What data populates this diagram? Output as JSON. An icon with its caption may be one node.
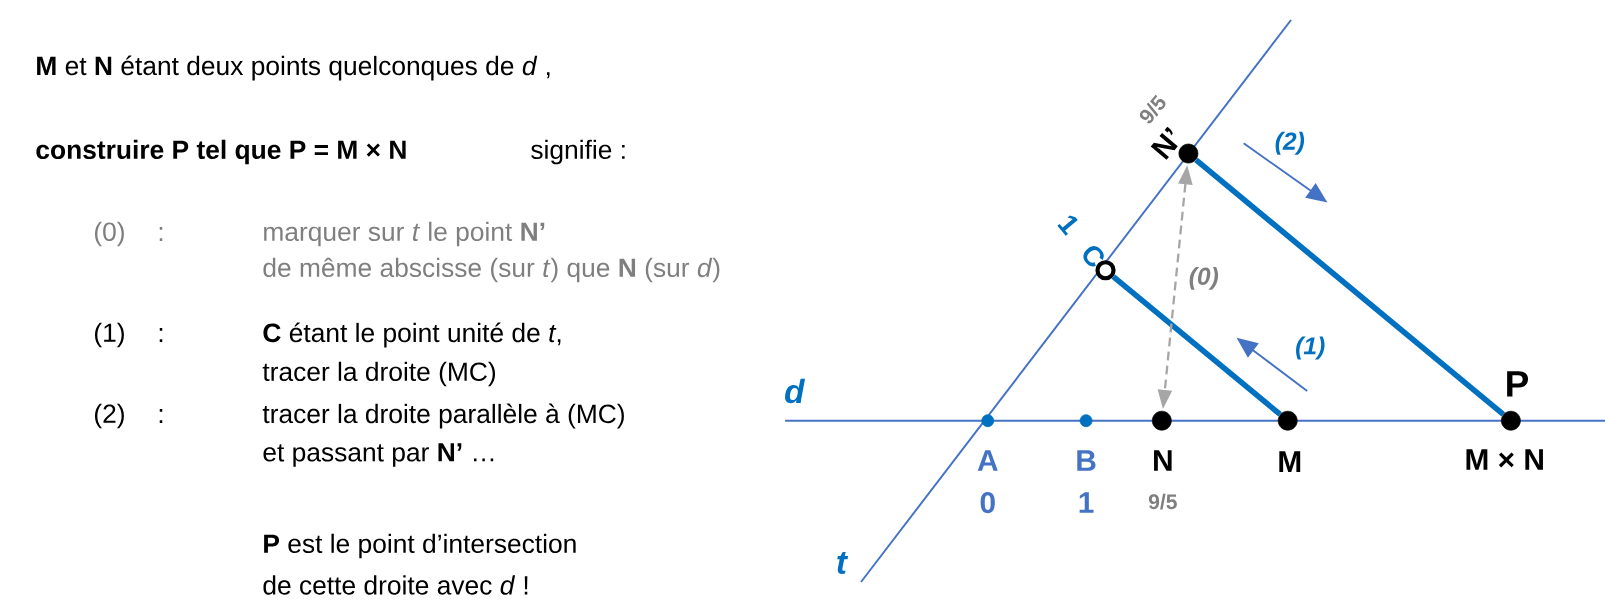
{
  "diagram": {
    "nodes": [
      {
        "text": [],
        "shape": "circle",
        "beside": [
          "A",
          "0"
        ]
      },
      {
        "text": [],
        "shape": "circle",
        "beside": [
          "B",
          "1"
        ]
      },
      {
        "text": [],
        "shape": "circle",
        "beside": [
          "N",
          "9/5"
        ]
      },
      {
        "text": [],
        "shape": "circle",
        "beside": [
          "M"
        ]
      },
      {
        "text": [],
        "shape": "circle",
        "beside": [
          "P",
          "M × N"
        ]
      },
      {
        "text": [],
        "shape": "circle",
        "beside": [
          "1",
          "C"
        ]
      },
      {
        "text": [],
        "shape": "circle",
        "beside": [
          "9/5",
          "N’"
        ]
      }
    ],
    "edges": [
      {
        "from": 5,
        "to": 3,
        "arrow": "none"
      },
      {
        "from": 6,
        "to": 4,
        "arrow": "none"
      },
      {
        "from": 6,
        "to": 2,
        "arrow": "both",
        "style": "dashed",
        "color": "#a6a6a6",
        "label": "(0)"
      }
    ],
    "labels": [
      "**M** et **N** étant deux points quelconques de *d* ,",
      "construire P tel que  P = M × N",
      "signifie :",
      "(0)",
      ":",
      "marquer sur *t* le point **N’**",
      "de même abscisse (sur *t*)  que  **N**  (sur *d*)",
      "(1)",
      ":",
      "**C** étant le point unité de *t*,",
      "tracer la droite  (MC)",
      "(2)",
      ":",
      "tracer la droite parallèle à (MC)",
      "et passant par **N’** …",
      "**P** est le point d’intersection",
      "de cette droite avec *d* !",
      "(2)",
      "(1)",
      "d",
      "t"
    ]
  }
}
